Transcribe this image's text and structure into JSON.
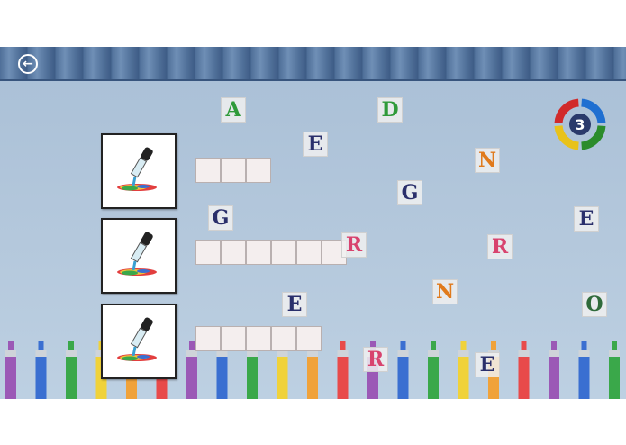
{
  "header": {
    "back_icon": "arrow-left-icon"
  },
  "timer": {
    "value": "3",
    "colors": [
      "#1f6fd1",
      "#2b8c2b",
      "#e8c21a",
      "#d12a2a"
    ]
  },
  "words": [
    {
      "picture": "paint-dropper-icon",
      "letters": 3
    },
    {
      "picture": "paint-dropper-icon",
      "letters": 6
    },
    {
      "picture": "paint-dropper-icon",
      "letters": 5
    }
  ],
  "tiles": [
    {
      "letter": "A",
      "color": "#2f9a3a"
    },
    {
      "letter": "D",
      "color": "#2f9a3a"
    },
    {
      "letter": "E",
      "color": "#2a2f6b"
    },
    {
      "letter": "N",
      "color": "#e07a1c"
    },
    {
      "letter": "G",
      "color": "#2a2f6b"
    },
    {
      "letter": "E",
      "color": "#2a2f6b"
    },
    {
      "letter": "G",
      "color": "#2a2f6b"
    },
    {
      "letter": "R",
      "color": "#d8436e"
    },
    {
      "letter": "R",
      "color": "#d8436e"
    },
    {
      "letter": "N",
      "color": "#e07a1c"
    },
    {
      "letter": "E",
      "color": "#2a2f6b"
    },
    {
      "letter": "O",
      "color": "#2f6a3a"
    },
    {
      "letter": "R",
      "color": "#d8436e"
    },
    {
      "letter": "E",
      "color": "#2a2f6b"
    }
  ],
  "marker_colors": [
    "#9b59b6",
    "#3a6fd1",
    "#3aa84a",
    "#f0d23a",
    "#f0a23a",
    "#e84a4a",
    "#9b59b6",
    "#3a6fd1",
    "#3aa84a",
    "#f0d23a",
    "#f0a23a",
    "#e84a4a",
    "#9b59b6",
    "#3a6fd1",
    "#3aa84a",
    "#f0d23a",
    "#f0a23a",
    "#e84a4a",
    "#9b59b6",
    "#3a6fd1",
    "#3aa84a",
    "#f0d23a",
    "#f0a23a"
  ]
}
